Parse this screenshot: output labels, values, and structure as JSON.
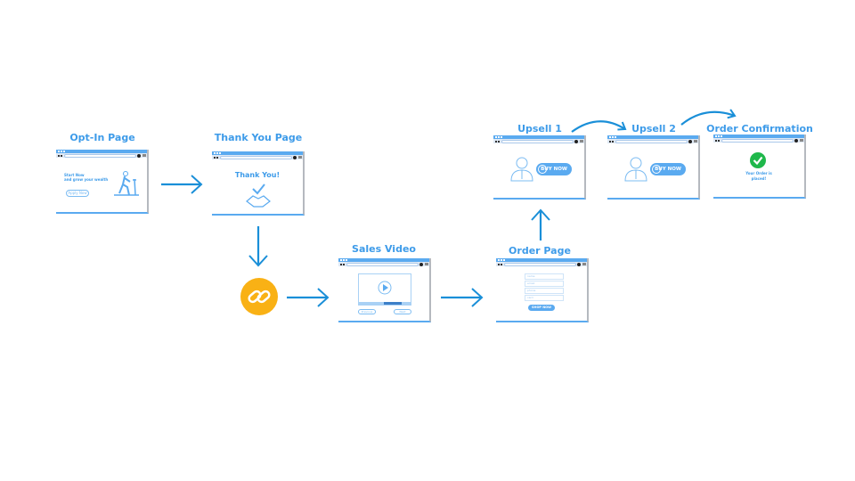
{
  "colors": {
    "title": "#3d9be9",
    "arrow": "#1a8fd8",
    "window_accent": "#5aaaf0",
    "link_circle": "#f9b115",
    "check": "#1fb84b"
  },
  "steps": {
    "optin": {
      "title": "Opt-In Page",
      "line1": "Start Now",
      "line2": "and grow your wealth",
      "button": "Apply Now",
      "icon": "treadmill-icon"
    },
    "thankyou": {
      "title": "Thank You Page",
      "heading": "Thank You!",
      "icon": "handshake-check-icon"
    },
    "link": {
      "icon": "link-icon"
    },
    "sales": {
      "title": "Sales Video",
      "prev": "Previous",
      "next": "Next",
      "icon": "play-icon"
    },
    "order": {
      "title": "Order Page",
      "fields": [
        "name",
        "email",
        "phone",
        "card"
      ],
      "button": "SHOP NOW"
    },
    "upsell1": {
      "title": "Upsell 1",
      "button": "BUY NOW"
    },
    "upsell2": {
      "title": "Upsell 2",
      "button": "BUY NOW"
    },
    "confirm": {
      "title": "Order Confirmation",
      "line1": "Your Order is",
      "line2": "placed!"
    }
  }
}
